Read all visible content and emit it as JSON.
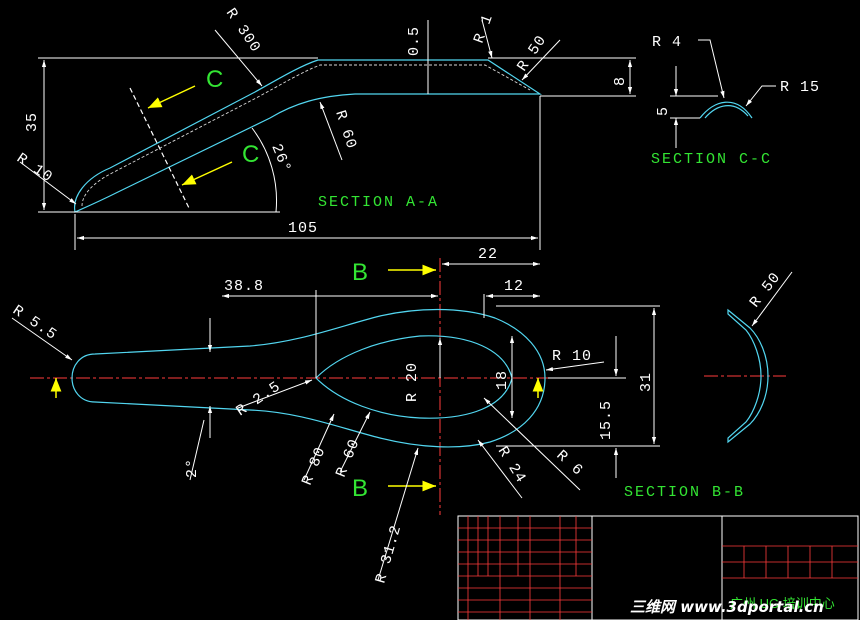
{
  "drawing": {
    "section_aa": {
      "title": "SECTION A-A",
      "dims": {
        "r300": "R 300",
        "r05": "0.5",
        "r1": "R 1",
        "r50": "R 50",
        "h8": "8",
        "h35": "35",
        "r10": "R 10",
        "angle26": "26°",
        "r60": "R 60",
        "len105": "105"
      },
      "cut_label_top": "C",
      "cut_label_bottom": "C"
    },
    "section_cc": {
      "title": "SECTION C-C",
      "dims": {
        "r4": "R 4",
        "r15": "R 15",
        "h5": "5"
      }
    },
    "plan_view": {
      "cut_label_top": "B",
      "cut_label_bottom": "B",
      "dims": {
        "d22": "22",
        "d12": "12",
        "d388": "38.8",
        "r55": "R 5.5",
        "r25": "R 2.5",
        "r20": "R 20",
        "d18": "18",
        "r10": "R 10",
        "d31": "31",
        "d155": "15.5",
        "angle2": "2°",
        "r80": "R 80",
        "r60": "R 60",
        "r24": "R 24",
        "r6": "R 6",
        "r312": "R 31.2"
      }
    },
    "section_bb": {
      "title": "SECTION B-B",
      "dims": {
        "r50": "R 50"
      }
    },
    "title_block": {
      "company_text": "广州 UG 培训中心"
    },
    "watermark": "三维网 www.3dportal.cn"
  },
  "colors": {
    "background": "#000000",
    "profile": "#52d6f0",
    "dimension": "#ffffff",
    "section_text": "#33e533",
    "cut_arrow": "#ffff00",
    "table": "#ff3b3b"
  }
}
